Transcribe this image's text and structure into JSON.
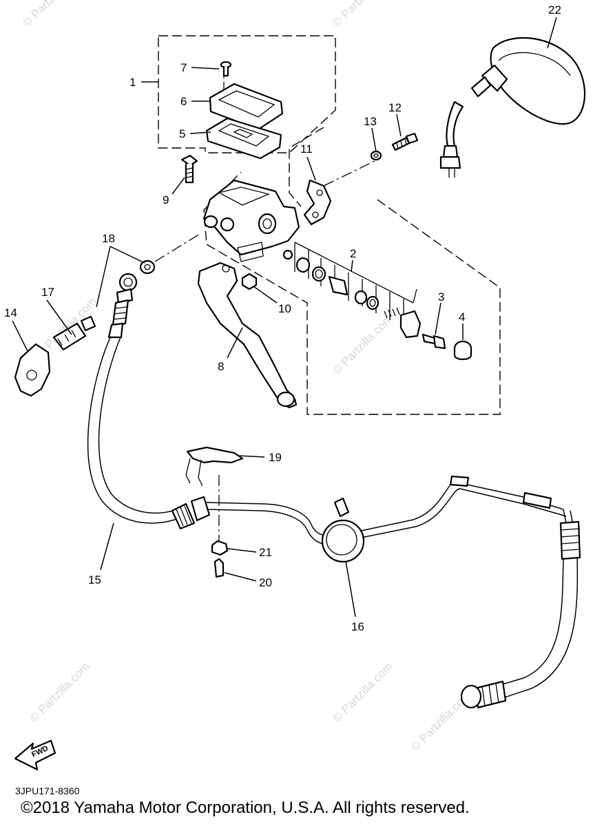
{
  "diagram": {
    "callouts": [
      "1",
      "2",
      "3",
      "4",
      "5",
      "6",
      "7",
      "8",
      "9",
      "10",
      "11",
      "12",
      "13",
      "14",
      "15",
      "16",
      "17",
      "18",
      "19",
      "20",
      "21",
      "22"
    ],
    "fwd_label": "FWD",
    "watermark": "© Partzilla.com",
    "code": "3JPU171-8360",
    "copyright": "©2018 Yamaha Motor Corporation, U.S.A. All rights reserved."
  }
}
